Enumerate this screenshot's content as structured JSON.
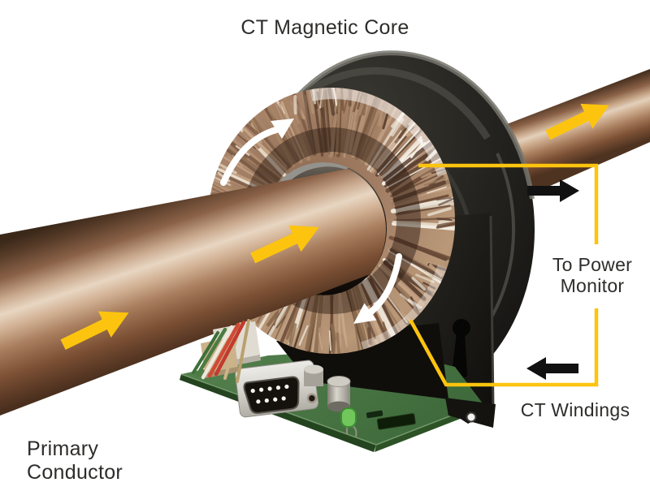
{
  "diagram": {
    "subject": "Current transformer on a primary conductor",
    "labels": {
      "core": "CT Magnetic Core",
      "primary_line1": "Primary",
      "primary_line2": "Conductor",
      "monitor_line1": "To Power",
      "monitor_line2": "Monitor",
      "windings": "CT Windings"
    },
    "colors": {
      "accent_yellow": "#FCC40E",
      "arrow_black": "#111111",
      "label_text": "#2E2D2B",
      "copper_pipe": "#A97B5B",
      "winding_tan": "#B59478",
      "core_black": "#1B1A17",
      "pcb_green": "#4B7748",
      "background": "#FFFFFF"
    }
  }
}
